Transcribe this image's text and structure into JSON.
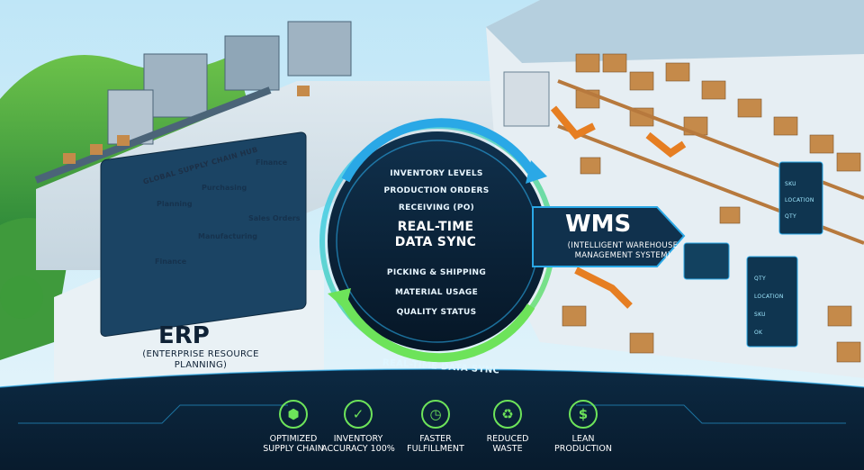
{
  "hub": {
    "title": "Global Supply Chain Hub",
    "panels": [
      "Planning",
      "Purchasing",
      "Finance",
      "Sales Orders",
      "Finance",
      "Manufacturing"
    ]
  },
  "erp": {
    "title": "ERP",
    "subtitle_line1": "(Enterprise Resource",
    "subtitle_line2": "Planning)"
  },
  "wms": {
    "title": "WMS",
    "subtitle_line1": "(Intelligent Warehouse",
    "subtitle_line2": "Management System)"
  },
  "sync": {
    "flow_top": [
      "Inventory Levels",
      "Production Orders",
      "Receiving (PO)"
    ],
    "center_line1": "Real-Time",
    "center_line2": "Data Sync",
    "flow_bottom": [
      "Picking & Shipping",
      "Material Usage",
      "Quality Status"
    ],
    "bottom_label": "Real-Time Data Sync"
  },
  "warehouse_screens": {
    "a": [
      "Sku",
      "Location",
      "Qty"
    ],
    "b": [
      "Qty",
      "Location",
      "Sku",
      "Ok"
    ]
  },
  "benefits": [
    {
      "icon": "cubes-network-icon",
      "glyph": "⬢",
      "line1": "Optimized",
      "line2": "Supply Chain"
    },
    {
      "icon": "box-check-icon",
      "glyph": "✓",
      "line1": "Inventory",
      "line2": "Accuracy 100%"
    },
    {
      "icon": "stopwatch-icon",
      "glyph": "◷",
      "line1": "Faster",
      "line2": "Fulfillment"
    },
    {
      "icon": "recycle-bin-icon",
      "glyph": "♻",
      "line1": "Reduced",
      "line2": "Waste"
    },
    {
      "icon": "lean-factory-icon",
      "glyph": "$",
      "line1": "Lean",
      "line2": "Production"
    }
  ],
  "colors": {
    "accent_green": "#6de35a",
    "accent_blue": "#2aa8e6",
    "navy": "#0a1f33"
  }
}
